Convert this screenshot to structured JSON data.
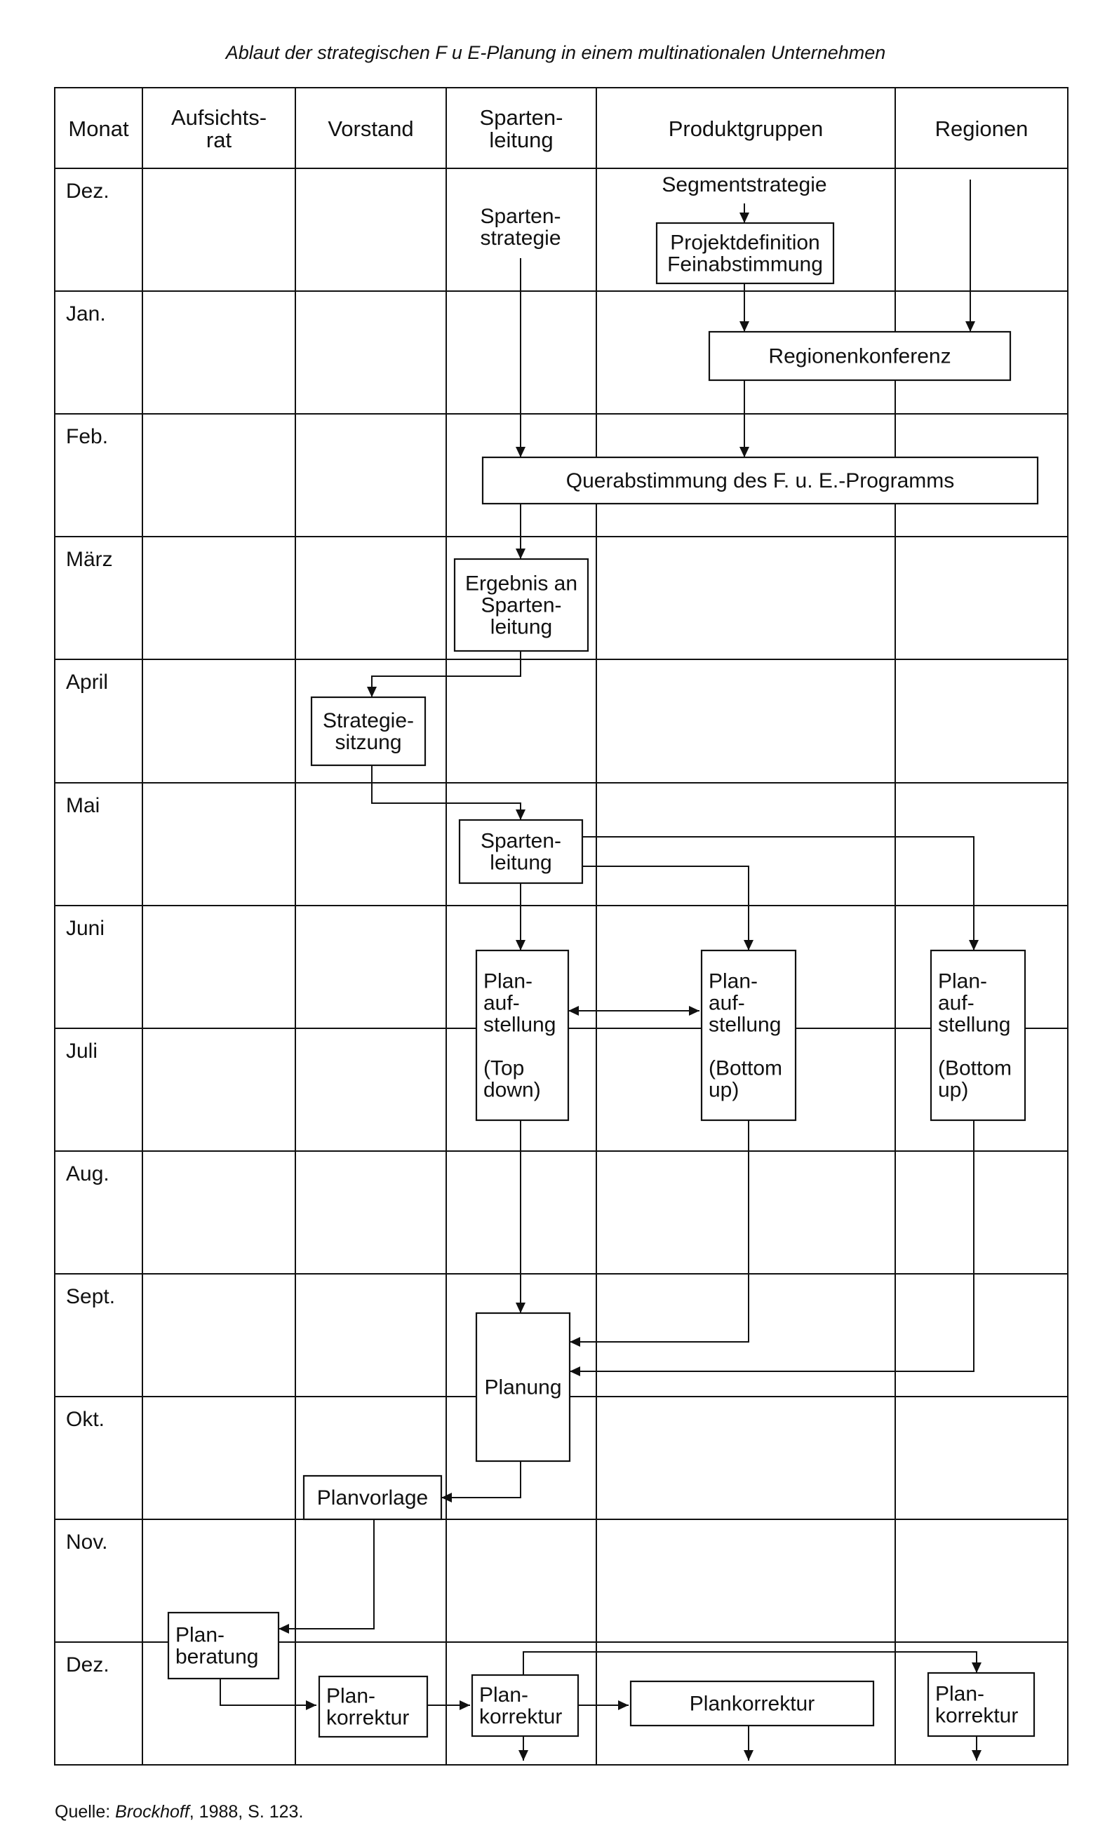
{
  "title": "Ablaut der strategischen F u E-Planung in einem multinationalen Unternehmen",
  "headers": [
    {
      "lines": [
        "Monat"
      ]
    },
    {
      "lines": [
        "Aufsichts-",
        "rat"
      ]
    },
    {
      "lines": [
        "Vorstand"
      ]
    },
    {
      "lines": [
        "Sparten-",
        "leitung"
      ]
    },
    {
      "lines": [
        "Produktgruppen"
      ]
    },
    {
      "lines": [
        "Regionen"
      ]
    }
  ],
  "months": [
    "Dez.",
    "Jan.",
    "Feb.",
    "März",
    "April",
    "Mai",
    "Juni",
    "Juli",
    "Aug.",
    "Sept.",
    "Okt.",
    "Nov.",
    "Dez."
  ],
  "labels": {
    "segmentstrategie": [
      "Segmentstrategie"
    ],
    "spartenstrategie": [
      "Sparten-",
      "strategie"
    ]
  },
  "boxes": {
    "projektdefinition": [
      "Projektdefinition",
      "Feinabstimmung"
    ],
    "regionenkonferenz": [
      "Regionenkonferenz"
    ],
    "querabstimmung": [
      "Querabstimmung des F. u. E.-Programms"
    ],
    "ergebnis": [
      "Ergebnis an",
      "Sparten-",
      "leitung"
    ],
    "strategiesitzung": [
      "Strategie-",
      "sitzung"
    ],
    "spartenleitung": [
      "Sparten-",
      "leitung"
    ],
    "plan_topdown": [
      "Plan-",
      "auf-",
      "stellung",
      "",
      "(Top",
      "down)"
    ],
    "plan_bottomup_pg": [
      "Plan-",
      "auf-",
      "stellung",
      "",
      "(Bottom",
      "up)"
    ],
    "plan_bottomup_reg": [
      "Plan-",
      "auf-",
      "stellung",
      "",
      "(Bottom",
      "up)"
    ],
    "planung": [
      "Planung"
    ],
    "planvorlage": [
      "Planvorlage"
    ],
    "planberatung": [
      "Plan-",
      "beratung"
    ],
    "plankorrektur_vorstand": [
      "Plan-",
      "korrektur"
    ],
    "plankorrektur_sparten": [
      "Plan-",
      "korrektur"
    ],
    "plankorrektur_pg": [
      "Plankorrektur"
    ],
    "plankorrektur_reg": [
      "Plan-",
      "korrektur"
    ]
  },
  "source": {
    "prefix": "Quelle: ",
    "author": "Brockhoff",
    "suffix": ", 1988, S. 123."
  }
}
